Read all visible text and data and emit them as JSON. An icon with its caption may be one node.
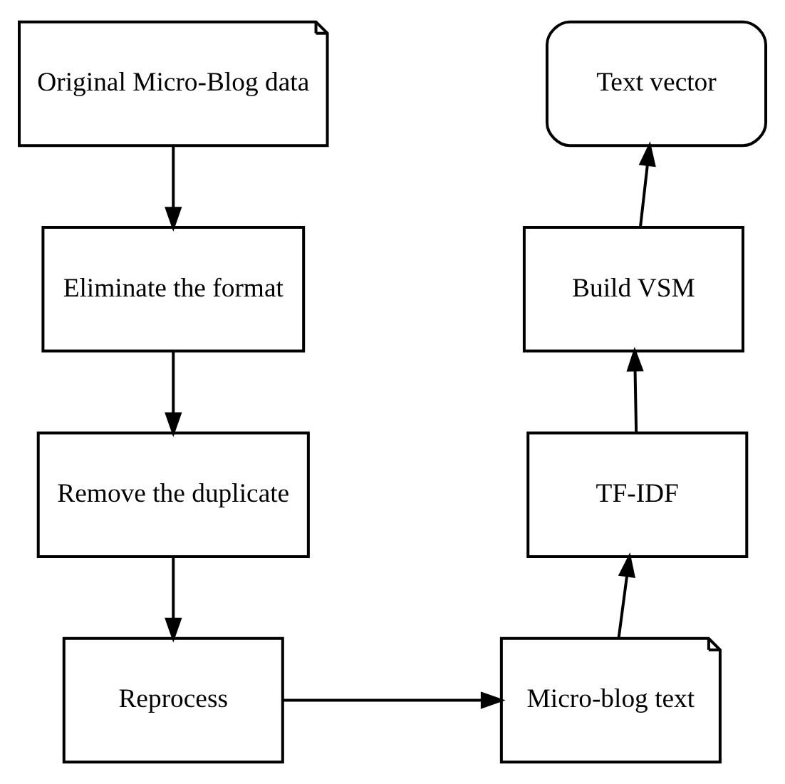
{
  "diagram": {
    "nodes": [
      {
        "text": [
          "Original Micro-Blog data"
        ]
      },
      {
        "text": [
          "Eliminate the format"
        ]
      },
      {
        "text": [
          "Remove the duplicate"
        ]
      },
      {
        "text": [
          "Reprocess"
        ]
      },
      {
        "text": [
          "Micro-blog text"
        ]
      },
      {
        "text": [
          "TF-IDF"
        ]
      },
      {
        "text": [
          "Build VSM"
        ]
      },
      {
        "text": [
          "Text vector"
        ]
      }
    ],
    "edges": [
      {
        "from": 0,
        "to": 1,
        "arrow": "to"
      },
      {
        "from": 1,
        "to": 2,
        "arrow": "to"
      },
      {
        "from": 2,
        "to": 3,
        "arrow": "to"
      },
      {
        "from": 3,
        "to": 4,
        "arrow": "to"
      },
      {
        "from": 4,
        "to": 5,
        "arrow": "to"
      },
      {
        "from": 5,
        "to": 6,
        "arrow": "to"
      },
      {
        "from": 6,
        "to": 7,
        "arrow": "to"
      }
    ]
  }
}
